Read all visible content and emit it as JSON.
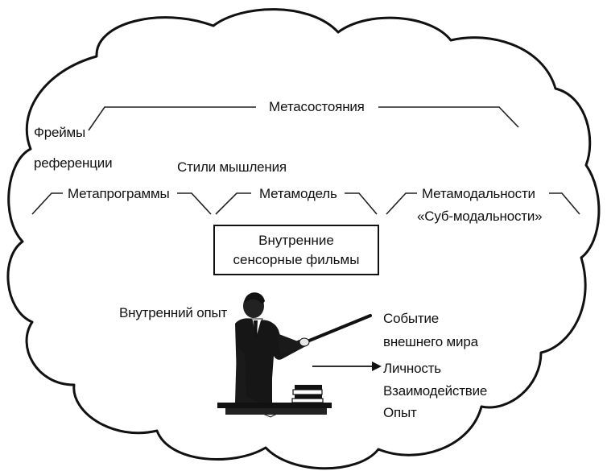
{
  "labels": {
    "metastates": "Метасостояния",
    "frames": "Фреймы",
    "references": "референции",
    "thinking_styles": "Стили мышления",
    "metaprograms": "Метапрограммы",
    "metamodel": "Метамодель",
    "metamodalities": "Метамодальности",
    "submodalities": "«Суб-модальности»",
    "inner_experience": "Внутренний опыт",
    "external_event_line1": "Событие",
    "external_event_line2": "внешнего мира",
    "personality": "Личность",
    "interaction": "Взаимодействие",
    "experience": "Опыт"
  },
  "center_box": {
    "line1": "Внутренние",
    "line2": "сенсорные фильмы"
  }
}
